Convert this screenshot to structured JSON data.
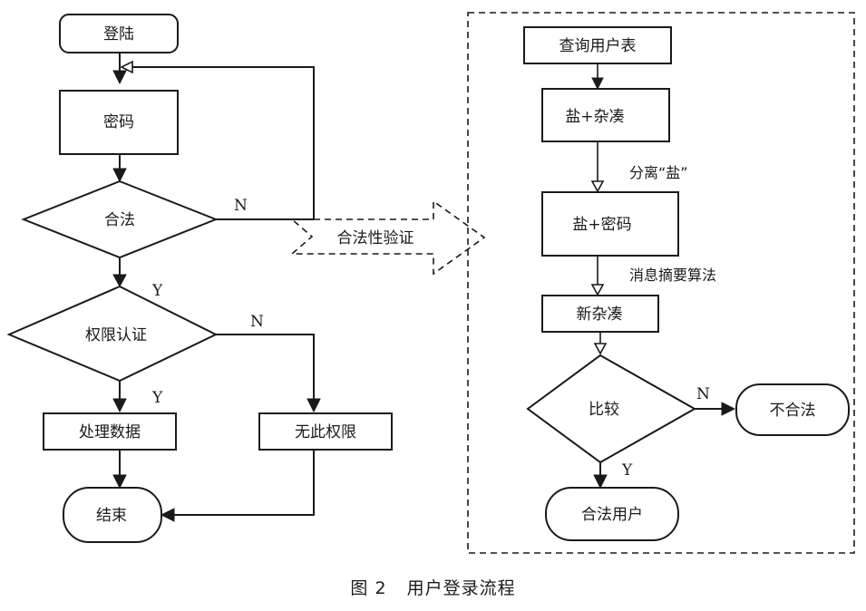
{
  "left_flow": {
    "login": "登陆",
    "password": "密码",
    "legal_check": "合法",
    "permission_check": "权限认证",
    "process_data": "处理数据",
    "no_permission": "无此权限",
    "end": "结束",
    "label_n_legal": "N",
    "label_y_legal": "Y",
    "label_n_permission": "N",
    "label_y_permission": "Y"
  },
  "callout": {
    "text": "合法性验证"
  },
  "right_flow": {
    "query_user_table": "查询用户表",
    "salt_hash": "盐+杂凑",
    "separate_salt": "分离“盐”",
    "salt_password": "盐+密码",
    "digest_algorithm": "消息摘要算法",
    "new_hash": "新杂凑",
    "compare": "比较",
    "illegal": "不合法",
    "legal_user": "合法用户",
    "label_n_compare": "N",
    "label_y_compare": "Y"
  },
  "caption": {
    "figure_number": "图 2",
    "title": "用户登录流程"
  }
}
